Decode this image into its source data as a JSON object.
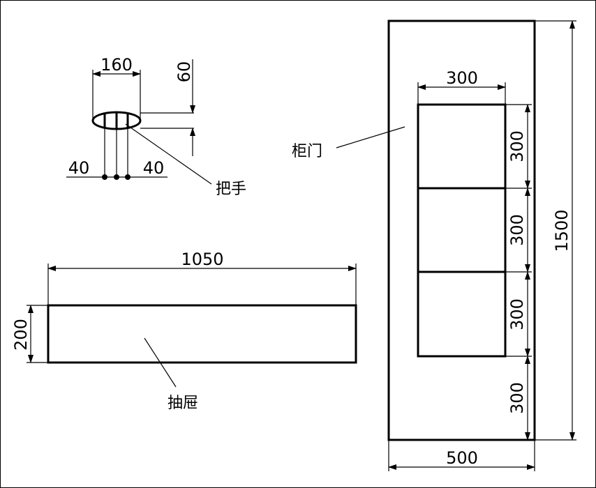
{
  "dimensions": {
    "handle_width": "160",
    "handle_height": "60",
    "handle_left_offset": "40",
    "handle_right_offset": "40",
    "drawer_width": "1050",
    "drawer_height": "200",
    "door_width": "300",
    "door_seg_1": "300",
    "door_seg_2": "300",
    "door_seg_3": "300",
    "door_seg_4": "300",
    "cabinet_height": "1500",
    "cabinet_width": "500"
  },
  "labels": {
    "handle": "把手",
    "drawer": "抽屉",
    "door": "柜门"
  }
}
